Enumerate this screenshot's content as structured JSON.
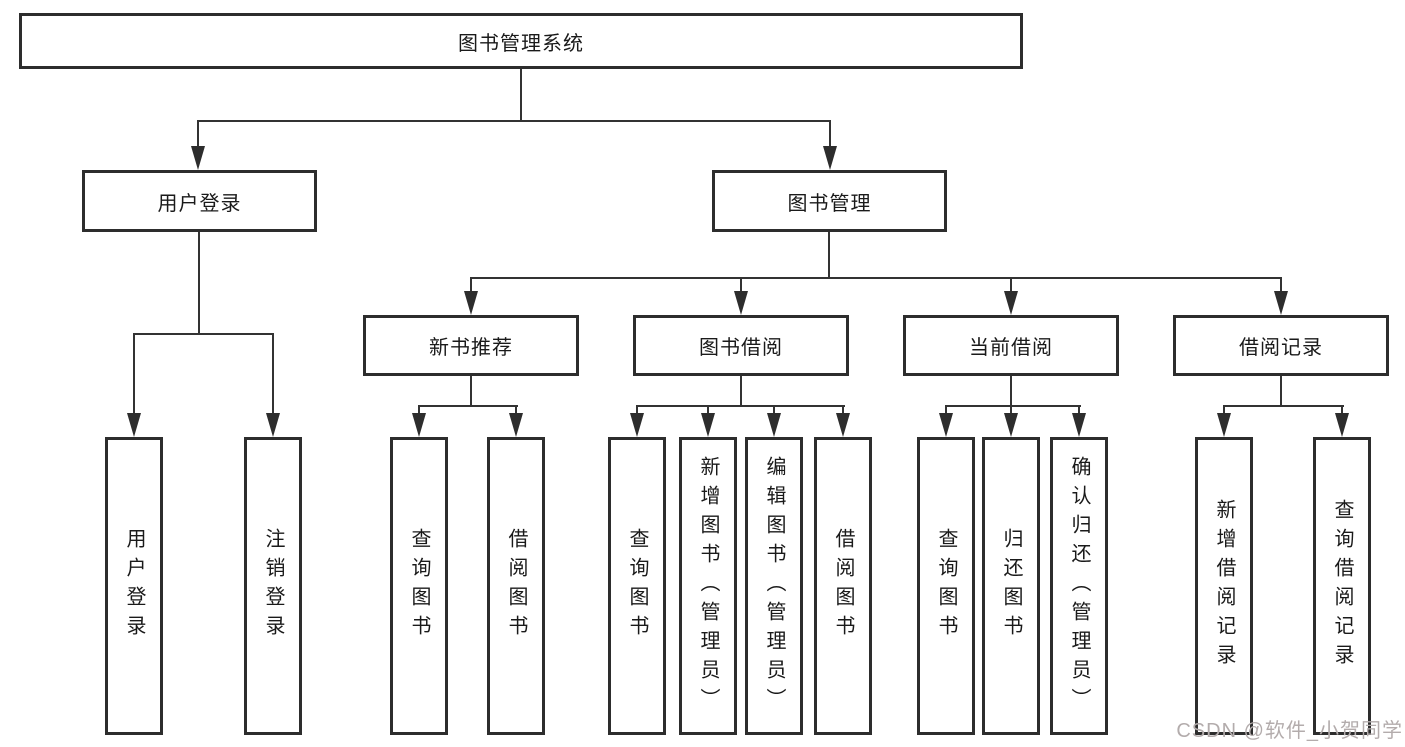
{
  "diagram": {
    "type": "hierarchy-tree",
    "root": {
      "label": "图书管理系统",
      "children": [
        {
          "label": "用户登录",
          "children": [
            {
              "label": "用户登录"
            },
            {
              "label": "注销登录"
            }
          ]
        },
        {
          "label": "图书管理",
          "children": [
            {
              "label": "新书推荐",
              "children": [
                {
                  "label": "查询图书"
                },
                {
                  "label": "借阅图书"
                }
              ]
            },
            {
              "label": "图书借阅",
              "children": [
                {
                  "label": "查询图书"
                },
                {
                  "label": "新增图书（管理员）"
                },
                {
                  "label": "编辑图书（管理员）"
                },
                {
                  "label": "借阅图书"
                }
              ]
            },
            {
              "label": "当前借阅",
              "children": [
                {
                  "label": "查询图书"
                },
                {
                  "label": "归还图书"
                },
                {
                  "label": "确认归还（管理员）"
                }
              ]
            },
            {
              "label": "借阅记录",
              "children": [
                {
                  "label": "新增借阅记录"
                },
                {
                  "label": "查询借阅记录"
                }
              ]
            }
          ]
        }
      ]
    }
  },
  "watermark": {
    "text": "CSDN @软件_小贺同学",
    "color": "#b3acac"
  },
  "colors": {
    "box_border": "#2d2d2d",
    "connector_line": "#333333",
    "box_background": "#ffffff",
    "page_background": "#ffffff",
    "text": "#1a1a1a"
  },
  "icons": {
    "connector_arrow": "arrow-down"
  }
}
